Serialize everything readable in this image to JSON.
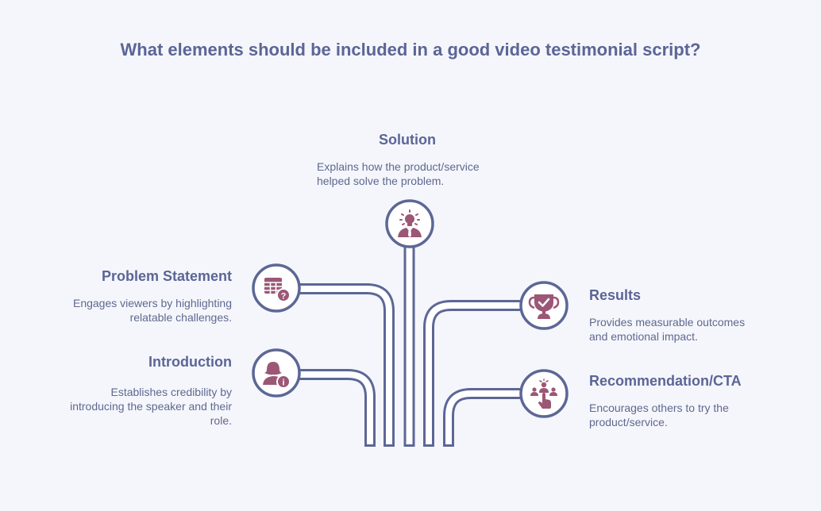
{
  "title": "What elements should be included in a good video testimonial script?",
  "colors": {
    "background": "#f5f6fb",
    "stroke": "#5c6796",
    "icon": "#9c5776",
    "text": "#5b6596"
  },
  "nodes": {
    "solution": {
      "label": "Solution",
      "desc_line1": "Explains how the product/service",
      "desc_line2": "helped solve the problem.",
      "icon": "lightbulb-person-icon"
    },
    "problem": {
      "label": "Problem Statement",
      "desc_line1": "Engages viewers by highlighting",
      "desc_line2": "relatable challenges.",
      "icon": "table-question-icon"
    },
    "introduction": {
      "label": "Introduction",
      "desc_line1": "Establishes credibility by",
      "desc_line2": "introducing the speaker and their",
      "desc_line3": "role.",
      "icon": "person-info-icon"
    },
    "results": {
      "label": "Results",
      "desc_line1": "Provides measurable outcomes",
      "desc_line2": "and emotional impact.",
      "icon": "trophy-check-icon"
    },
    "recommendation": {
      "label": "Recommendation/CTA",
      "desc_line1": "Encourages others to try the",
      "desc_line2": "product/service.",
      "icon": "people-pointing-icon"
    }
  }
}
